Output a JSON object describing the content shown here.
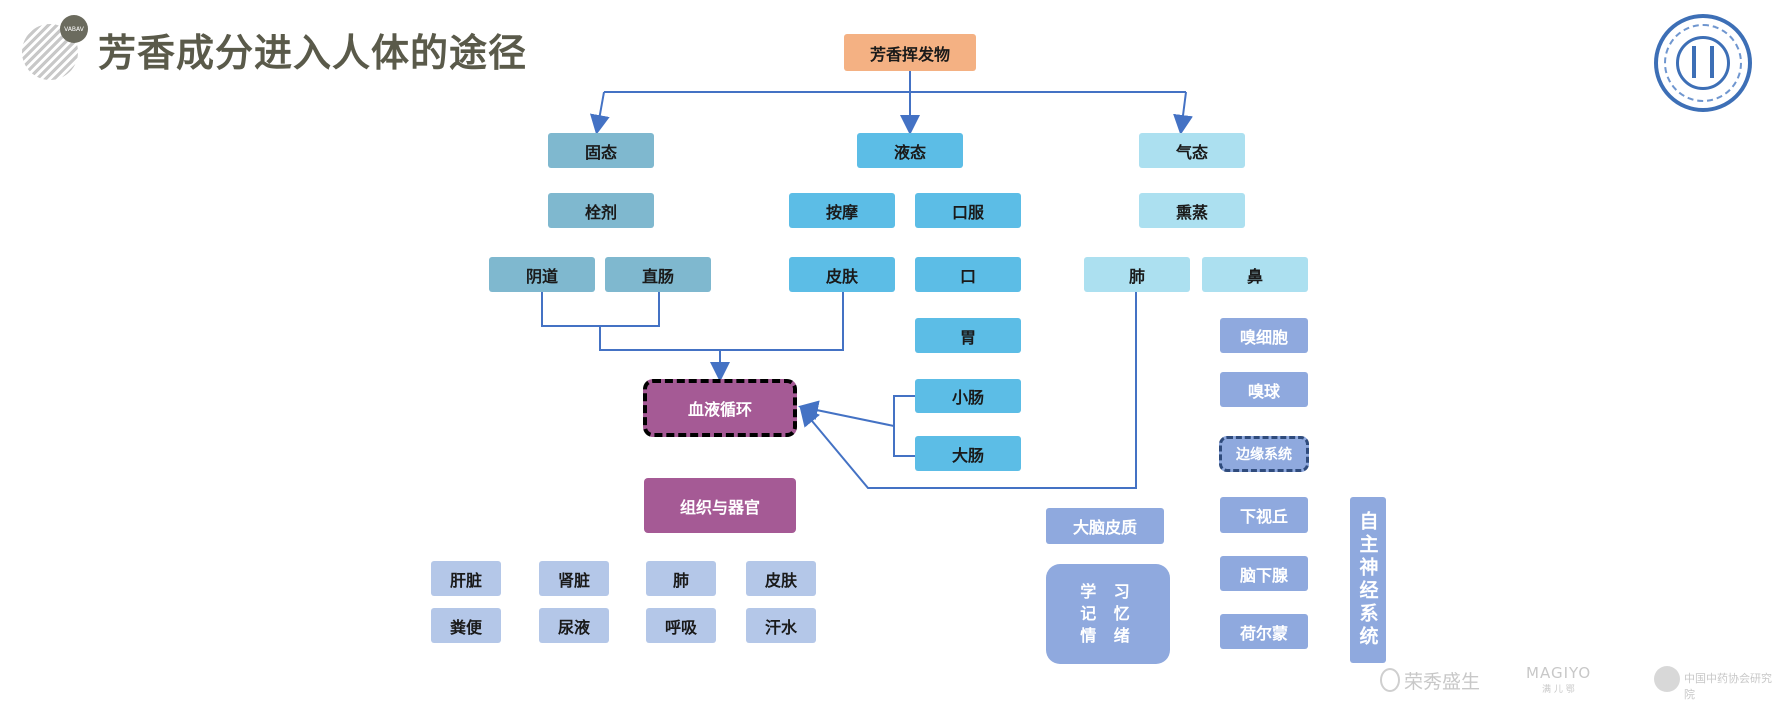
{
  "title": "芳香成分进入人体的途径",
  "logo_left": "VABAV",
  "colors": {
    "orange": "#f4b183",
    "teal": "#7fb8cf",
    "blue": "#5cbde6",
    "lightblue": "#ace0f0",
    "purple": "#a55a95",
    "periwinkle": "#8fa9de",
    "paleblue": "#b4c7e8",
    "line": "#4472c4"
  },
  "nodes": {
    "source": "芳香挥发物",
    "solid": "固态",
    "liquid": "液态",
    "gas": "气态",
    "suppository": "栓剂",
    "massage": "按摩",
    "oral": "口服",
    "fumigation": "熏蒸",
    "vagina": "阴道",
    "rectum": "直肠",
    "skin": "皮肤",
    "mouth": "口",
    "lung": "肺",
    "nose": "鼻",
    "stomach": "胃",
    "small_intestine": "小肠",
    "large_intestine": "大肠",
    "olfactory_cells": "嗅细胞",
    "olfactory_bulb": "嗅球",
    "limbic": "边缘系统",
    "blood": "血液循环",
    "tissues": "组织与器官",
    "cortex": "大脑皮质",
    "hypothalamus": "下视丘",
    "pituitary": "脑下腺",
    "hormone": "荷尔蒙",
    "autonomic": "自主神经系统",
    "learning": "学 习",
    "memory": "记 忆",
    "emotion": "情 绪"
  },
  "organs": [
    "肝脏",
    "肾脏",
    "肺",
    "皮肤"
  ],
  "excretions": [
    "粪便",
    "尿液",
    "呼吸",
    "汗水"
  ],
  "watermarks": {
    "wm1": "荣秀盛生",
    "wm2_top": "MAGIYO",
    "wm2_bottom": "满 儿 鄂",
    "wm3": "中国中药协会研究院"
  }
}
